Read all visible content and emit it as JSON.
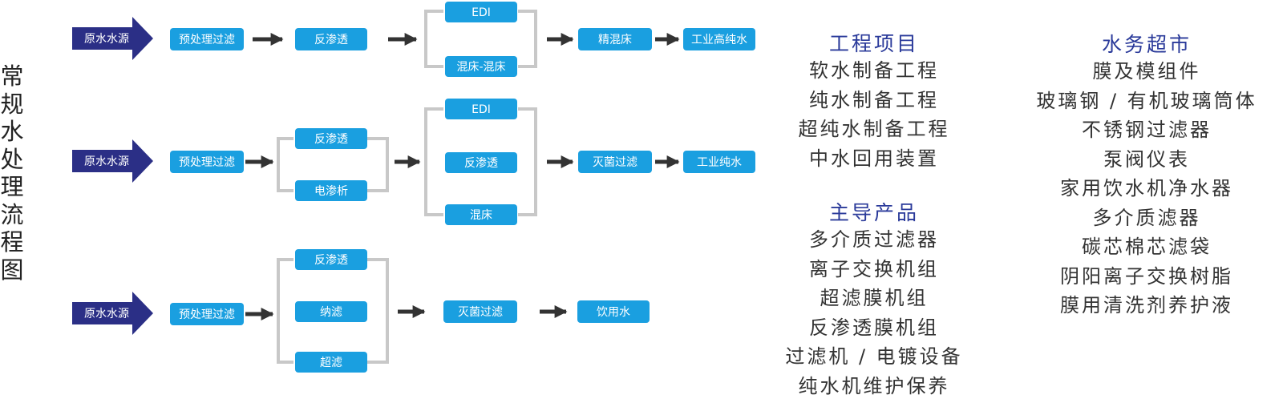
{
  "title": "常规水处理流程图",
  "flow1": {
    "source": "原水水源",
    "pre": "预处理过滤",
    "ro": "反渗透",
    "edi": "EDI",
    "mixbed": "混床-混床",
    "polish": "精混床",
    "output": "工业高纯水"
  },
  "flow2": {
    "source": "原水水源",
    "pre": "预处理过滤",
    "ro": "反渗透",
    "ed": "电渗析",
    "edi": "EDI",
    "ro2": "反渗透",
    "mixbed": "混床",
    "steril": "灭菌过滤",
    "output": "工业纯水"
  },
  "flow3": {
    "source": "原水水源",
    "pre": "预处理过滤",
    "ro": "反渗透",
    "nf": "纳滤",
    "uf": "超滤",
    "steril": "灭菌过滤",
    "output": "饮用水"
  },
  "colors": {
    "source_arrow": "#2b2f86",
    "node": "#1a9fe0",
    "bracket": "#c8c8c8",
    "arrow": "#333333",
    "heading": "#2a3a9a"
  },
  "projects": {
    "heading": "工程项目",
    "items": [
      "软水制备工程",
      "纯水制备工程",
      "超纯水制备工程",
      "中水回用装置"
    ]
  },
  "products": {
    "heading": "主导产品",
    "items": [
      "多介质过滤器",
      "离子交换机组",
      "超滤膜机组",
      "反渗透膜机组",
      "过滤机 / 电镀设备",
      "纯水机维护保养"
    ]
  },
  "market": {
    "heading": "水务超市",
    "items": [
      "膜及模组件",
      "玻璃钢 / 有机玻璃筒体",
      "不锈钢过滤器",
      "泵阀仪表",
      "家用饮水机净水器",
      "多介质滤器",
      "碳芯棉芯滤袋",
      "阴阳离子交换树脂",
      "膜用清洗剂养护液"
    ]
  }
}
